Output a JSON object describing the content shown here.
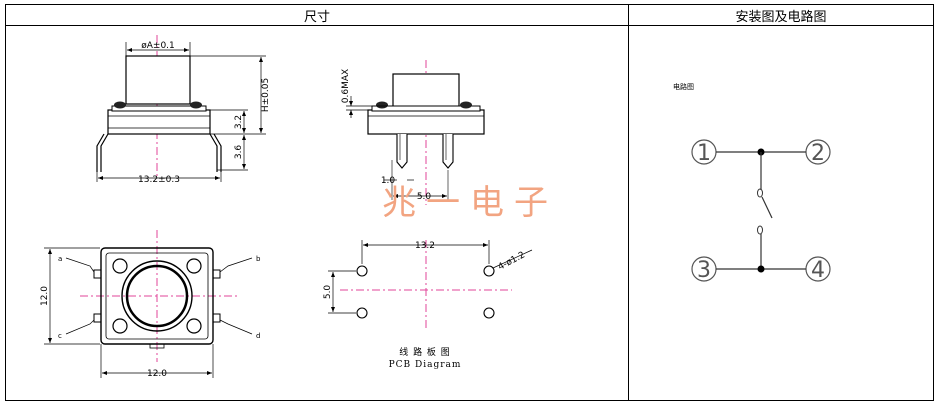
{
  "headers": {
    "dimensions": "尺寸",
    "install": "安装图及电路图"
  },
  "side_view": {
    "diameter_label": "øA±0.1",
    "height_label": "H±0.05",
    "body_height_label": "3.2",
    "pin_length_label": "3.6",
    "width_label": "13.2±0.3"
  },
  "side_view_2": {
    "max_label": "0.6MAX",
    "pin_width_label": "1.0",
    "pin_pitch_label": "5.0"
  },
  "top_view": {
    "pins": [
      "a",
      "b",
      "c",
      "d"
    ],
    "height_label": "12.0",
    "width_label": "12.0"
  },
  "pcb": {
    "width_label": "13.2",
    "height_label": "5.0",
    "hole_label": "4-ø1.2",
    "caption_cn": "线 路 板 图",
    "caption_en": "PCB Diagram"
  },
  "watermark": "兆一电子",
  "circuit": {
    "title": "电路图",
    "pins": [
      "1",
      "2",
      "3",
      "4"
    ]
  },
  "colors": {
    "centerline": "#e0449a",
    "watermark": "#f2a481"
  }
}
